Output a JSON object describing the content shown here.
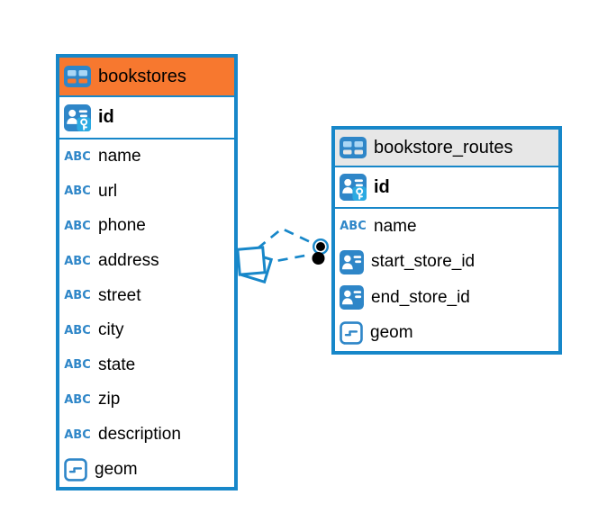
{
  "diagram": {
    "background": "#FFFFFF",
    "colors": {
      "table_border": "#1787C9",
      "icon_blue": "#2E86C8",
      "icon_cell_light_blue": "#A9D6F5",
      "key_panel_blue": "#2BAAE2",
      "bookstores_header": "#F7782F",
      "routes_header": "#E7E7E7",
      "relation_line": "#1787C9",
      "relation_marker": "#000000",
      "text": "#000000"
    },
    "type_icon_label": "ABC",
    "tables": [
      {
        "title": "bookstores",
        "header_icon": "table-icon",
        "header_color": "#F7782F",
        "primary_key": {
          "name": "id",
          "type_icon": "person-key-icon"
        },
        "columns": [
          {
            "name": "name",
            "type_icon": "text-type-icon"
          },
          {
            "name": "url",
            "type_icon": "text-type-icon"
          },
          {
            "name": "phone",
            "type_icon": "text-type-icon"
          },
          {
            "name": "address",
            "type_icon": "text-type-icon"
          },
          {
            "name": "street",
            "type_icon": "text-type-icon"
          },
          {
            "name": "city",
            "type_icon": "text-type-icon"
          },
          {
            "name": "state",
            "type_icon": "text-type-icon"
          },
          {
            "name": "zip",
            "type_icon": "text-type-icon"
          },
          {
            "name": "description",
            "type_icon": "text-type-icon"
          },
          {
            "name": "geom",
            "type_icon": "geometry-type-icon"
          }
        ]
      },
      {
        "title": "bookstore_routes",
        "header_icon": "table-icon",
        "header_color": "#E7E7E7",
        "primary_key": {
          "name": "id",
          "type_icon": "person-key-icon"
        },
        "columns": [
          {
            "name": "name",
            "type_icon": "text-type-icon"
          },
          {
            "name": "start_store_id",
            "type_icon": "person-card-icon"
          },
          {
            "name": "end_store_id",
            "type_icon": "person-card-icon"
          },
          {
            "name": "geom",
            "type_icon": "geometry-type-icon"
          }
        ]
      }
    ],
    "relation": {
      "source_table": "bookstores",
      "target_table": "bookstore_routes",
      "line_style": "dashed",
      "source_marker": "overlapping-squares",
      "target_marker": "double-black-dot"
    }
  }
}
